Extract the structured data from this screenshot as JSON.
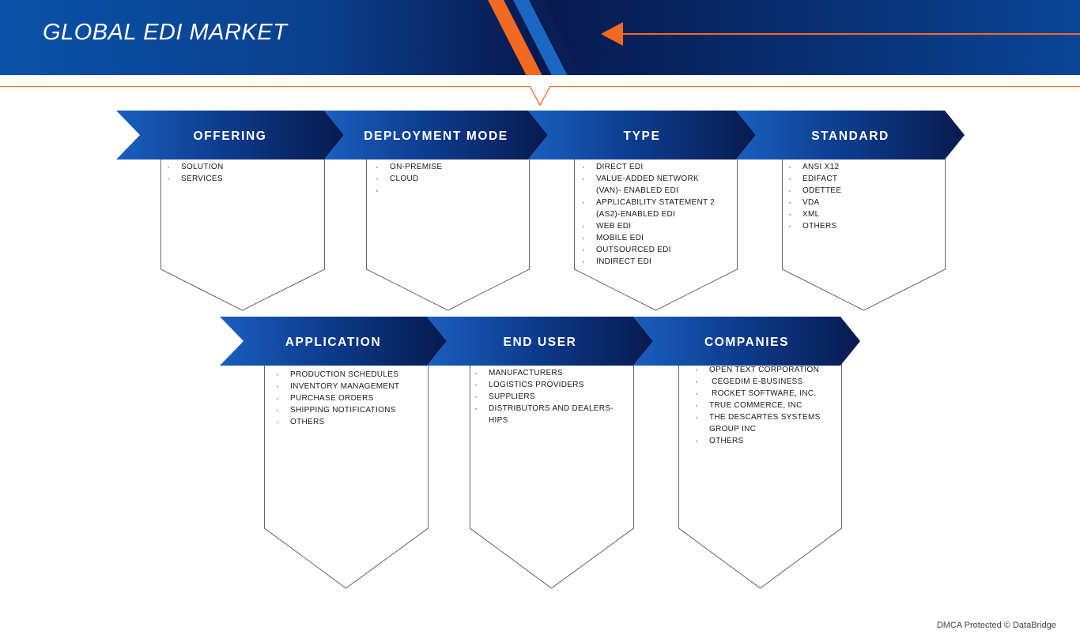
{
  "header": {
    "title": "GLOBAL EDI MARKET"
  },
  "segments": {
    "offering": {
      "label": "OFFERING",
      "items": [
        "SOLUTION",
        "SERVICES"
      ]
    },
    "deployment": {
      "label": "DEPLOYMENT MODE",
      "items": [
        "ON-PREMISE",
        "CLOUD",
        "",
        ""
      ]
    },
    "type": {
      "label": "TYPE",
      "items": [
        "DIRECT EDI",
        "VALUE-ADDED NETWORK",
        "(VAN)- ENABLED EDI",
        "APPLICABILITY STATEMENT 2",
        "(AS2)-ENABLED EDI",
        "WEB EDI",
        "MOBILE EDI",
        "OUTSOURCED EDI",
        "INDIRECT EDI"
      ]
    },
    "standard": {
      "label": "STANDARD",
      "items": [
        "ANSI X12",
        "EDIFACT",
        "ODETTEE",
        "VDA",
        "XML",
        "OTHERS"
      ]
    },
    "application": {
      "label": "APPLICATION",
      "items": [
        "PRODUCTION SCHEDULES",
        "INVENTORY MANAGEMENT",
        "PURCHASE ORDERS",
        "SHIPPING NOTIFICATIONS",
        "OTHERS"
      ]
    },
    "end_user": {
      "label": "END USER",
      "items": [
        "MANUFACTURERS",
        "LOGISTICS PROVIDERS",
        "SUPPLIERS",
        "DISTRIBUTORS AND DEALERS-",
        "HIPS"
      ]
    },
    "companies": {
      "label": "COMPANIES",
      "items": [
        "OPEN TEXT CORPORATION",
        " CEGEDIM E-BUSINESS",
        " ROCKET SOFTWARE, INC.",
        "TRUE COMMERCE, INC",
        "THE DESCARTES SYSTEMS",
        "GROUP INC",
        "OTHERS"
      ]
    }
  },
  "footer": {
    "text": "DMCA Protected © DataBridge"
  },
  "colors": {
    "accent": "#f26a21",
    "navy": "#071a4f",
    "blue": "#1a5fbf"
  }
}
